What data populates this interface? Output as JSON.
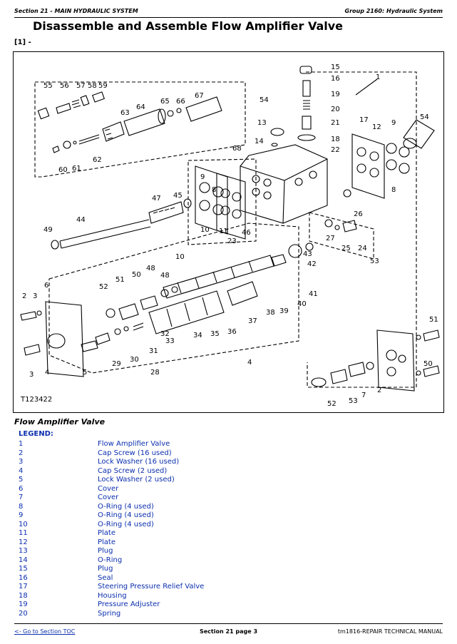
{
  "header": {
    "section": "Section 21 - MAIN HYDRAULIC SYSTEM",
    "group": "Group 2160: Hydraulic System"
  },
  "title": "Disassemble and Assemble Flow Amplifier Valve",
  "reference": "[1] -",
  "figure": {
    "id": "T123422",
    "caption": "Flow Amplifier Valve",
    "callouts": [
      "55",
      "56",
      "57",
      "58",
      "59",
      "54",
      "63",
      "64",
      "65",
      "66",
      "67",
      "60",
      "61",
      "62",
      "13",
      "14",
      "68",
      "15",
      "16",
      "19",
      "20",
      "21",
      "18",
      "22",
      "17",
      "1",
      "12",
      "9",
      "8",
      "54",
      "2",
      "3",
      "6",
      "9",
      "8",
      "10",
      "11",
      "46",
      "47",
      "45",
      "44",
      "49",
      "10",
      "23",
      "26",
      "27",
      "25",
      "24",
      "53",
      "52",
      "51",
      "50",
      "48",
      "48",
      "43",
      "42",
      "41",
      "40",
      "39",
      "38",
      "37",
      "36",
      "35",
      "34",
      "33",
      "32",
      "31",
      "30",
      "29",
      "28",
      "4",
      "5",
      "3",
      "4",
      "50",
      "51",
      "52",
      "53",
      "7",
      "2"
    ]
  },
  "legend": {
    "title": "LEGEND:",
    "items": [
      {
        "num": "1",
        "desc": "Flow Amplifier Valve"
      },
      {
        "num": "2",
        "desc": "Cap Screw (16 used)"
      },
      {
        "num": "3",
        "desc": "Lock Washer (16 used)"
      },
      {
        "num": "4",
        "desc": "Cap Screw (2 used)"
      },
      {
        "num": "5",
        "desc": "Lock Washer (2 used)"
      },
      {
        "num": "6",
        "desc": "Cover"
      },
      {
        "num": "7",
        "desc": "Cover"
      },
      {
        "num": "8",
        "desc": "O-Ring (4 used)"
      },
      {
        "num": "9",
        "desc": "O-Ring (4 used)"
      },
      {
        "num": "10",
        "desc": "O-Ring (4 used)"
      },
      {
        "num": "11",
        "desc": "Plate"
      },
      {
        "num": "12",
        "desc": "Plate"
      },
      {
        "num": "13",
        "desc": "Plug"
      },
      {
        "num": "14",
        "desc": "O-Ring"
      },
      {
        "num": "15",
        "desc": "Plug"
      },
      {
        "num": "16",
        "desc": "Seal"
      },
      {
        "num": "17",
        "desc": "Steering Pressure Relief Valve"
      },
      {
        "num": "18",
        "desc": "Housing"
      },
      {
        "num": "19",
        "desc": "Pressure Adjuster"
      },
      {
        "num": "20",
        "desc": "Spring"
      }
    ]
  },
  "footer": {
    "toc_link": "<- Go to Section TOC",
    "page": "Section 21 page 3",
    "manual": "tm1816-REPAIR TECHNICAL MANUAL"
  }
}
